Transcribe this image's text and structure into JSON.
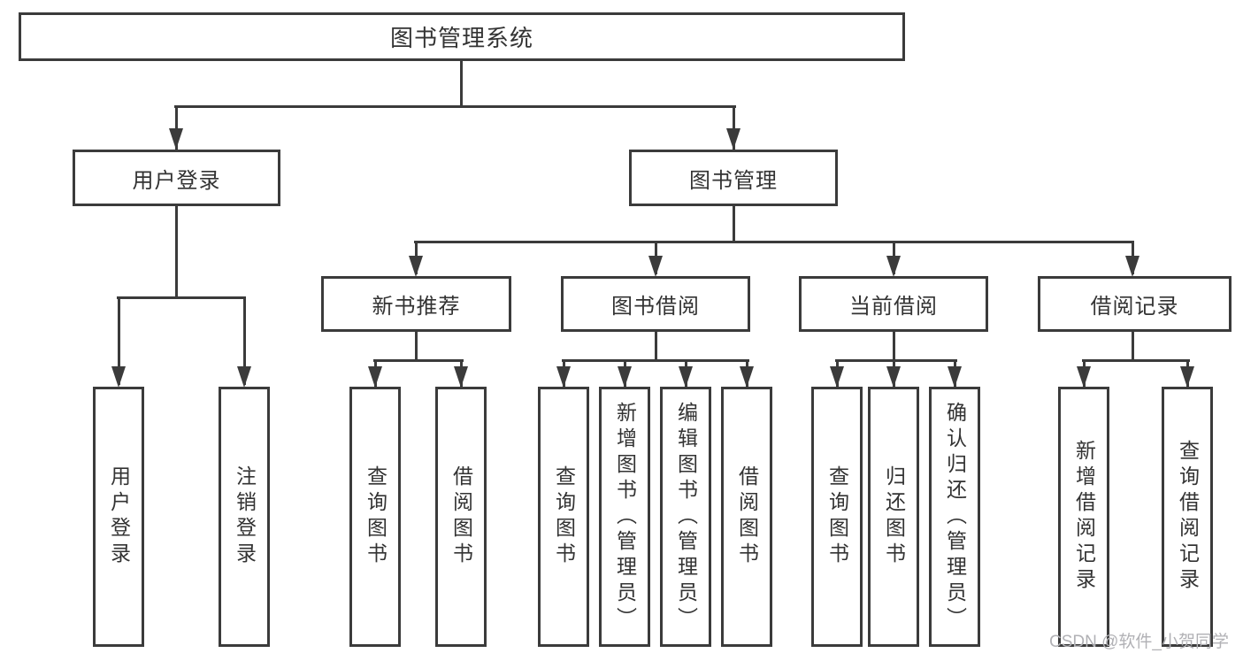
{
  "diagram_type": "hierarchy-tree",
  "root": {
    "label": "图书管理系统"
  },
  "level2": {
    "user_login": "用户登录",
    "book_management": "图书管理"
  },
  "level3": {
    "new_book_recommend": "新书推荐",
    "book_borrowing": "图书借阅",
    "current_borrowing": "当前借阅",
    "borrowing_records": "借阅记录"
  },
  "leaves": {
    "user_login": [
      "用户登录",
      "注销登录"
    ],
    "new_book_recommend": [
      "查询图书",
      "借阅图书"
    ],
    "book_borrowing": [
      "查询图书",
      "新增图书（管理员）",
      "编辑图书（管理员）",
      "借阅图书"
    ],
    "current_borrowing": [
      "查询图书",
      "归还图书",
      "确认归还（管理员）"
    ],
    "borrowing_records": [
      "新增借阅记录",
      "查询借阅记录"
    ]
  },
  "watermark": "CSDN @软件_小贺同学",
  "colors": {
    "line": "#3b3b3b",
    "text": "#333333",
    "background": "#ffffff",
    "watermark": "#b1b1b5"
  }
}
